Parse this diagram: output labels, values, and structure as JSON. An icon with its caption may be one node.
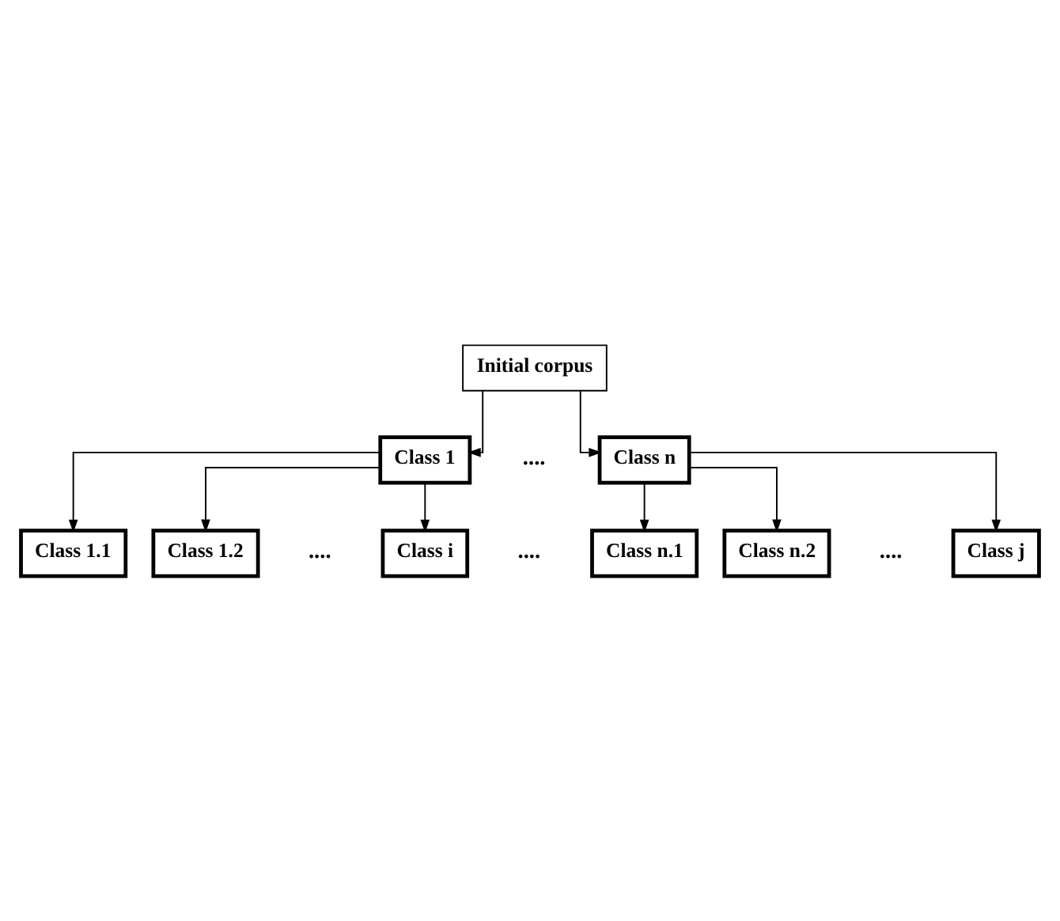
{
  "diagram": {
    "nodes": [
      {
        "text": [
          "Initial corpus"
        ]
      },
      {
        "text": [
          "Class 1"
        ]
      },
      {
        "text": [
          "Class n"
        ]
      },
      {
        "text": [
          "Class 1.1"
        ]
      },
      {
        "text": [
          "Class 1.2"
        ]
      },
      {
        "text": [
          "Class i"
        ]
      },
      {
        "text": [
          "Class n.1"
        ]
      },
      {
        "text": [
          "Class n.2"
        ]
      },
      {
        "text": [
          "Class j"
        ]
      }
    ],
    "edges": [
      {
        "from": 0,
        "to": 1,
        "arrow": "to"
      },
      {
        "from": 0,
        "to": 2,
        "arrow": "to"
      },
      {
        "from": 1,
        "to": 3,
        "arrow": "to"
      },
      {
        "from": 1,
        "to": 4,
        "arrow": "to"
      },
      {
        "from": 1,
        "to": 5,
        "arrow": "to"
      },
      {
        "from": 2,
        "to": 6,
        "arrow": "to"
      },
      {
        "from": 2,
        "to": 7,
        "arrow": "to"
      },
      {
        "from": 2,
        "to": 8,
        "arrow": "to"
      }
    ],
    "labels": [
      "....",
      "....",
      "....",
      "...."
    ]
  }
}
